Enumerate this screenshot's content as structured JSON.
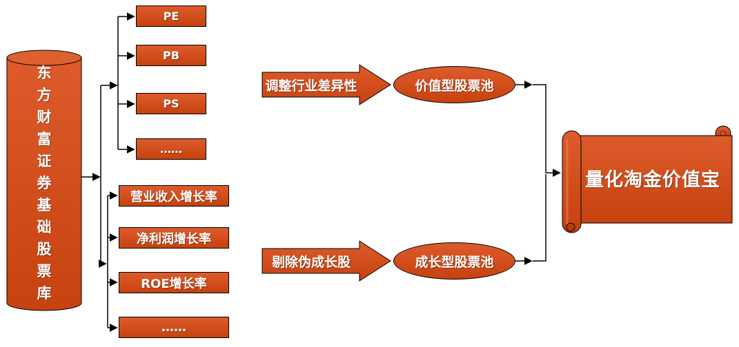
{
  "colors": {
    "shape_fill": "#d0491c",
    "shape_fill_light": "#dd5b2b",
    "shape_fill_dark": "#c6420f",
    "shape_border": "#000000",
    "connector": "#000000",
    "label_text": "#ffffff",
    "background": "#ffffff"
  },
  "source": {
    "label": "东方财富证券基础股票库"
  },
  "value_factors": [
    "PE",
    "PB",
    "PS",
    "……"
  ],
  "growth_factors": [
    "营业收入增长率",
    "净利润增长率",
    "ROE增长率",
    "……"
  ],
  "processes": {
    "value_adjust": "调整行业差异性",
    "growth_filter": "剔除伪成长股"
  },
  "pools": {
    "value": "价值型股票池",
    "growth": "成长型股票池"
  },
  "output": {
    "label": "量化淘金价值宝"
  }
}
